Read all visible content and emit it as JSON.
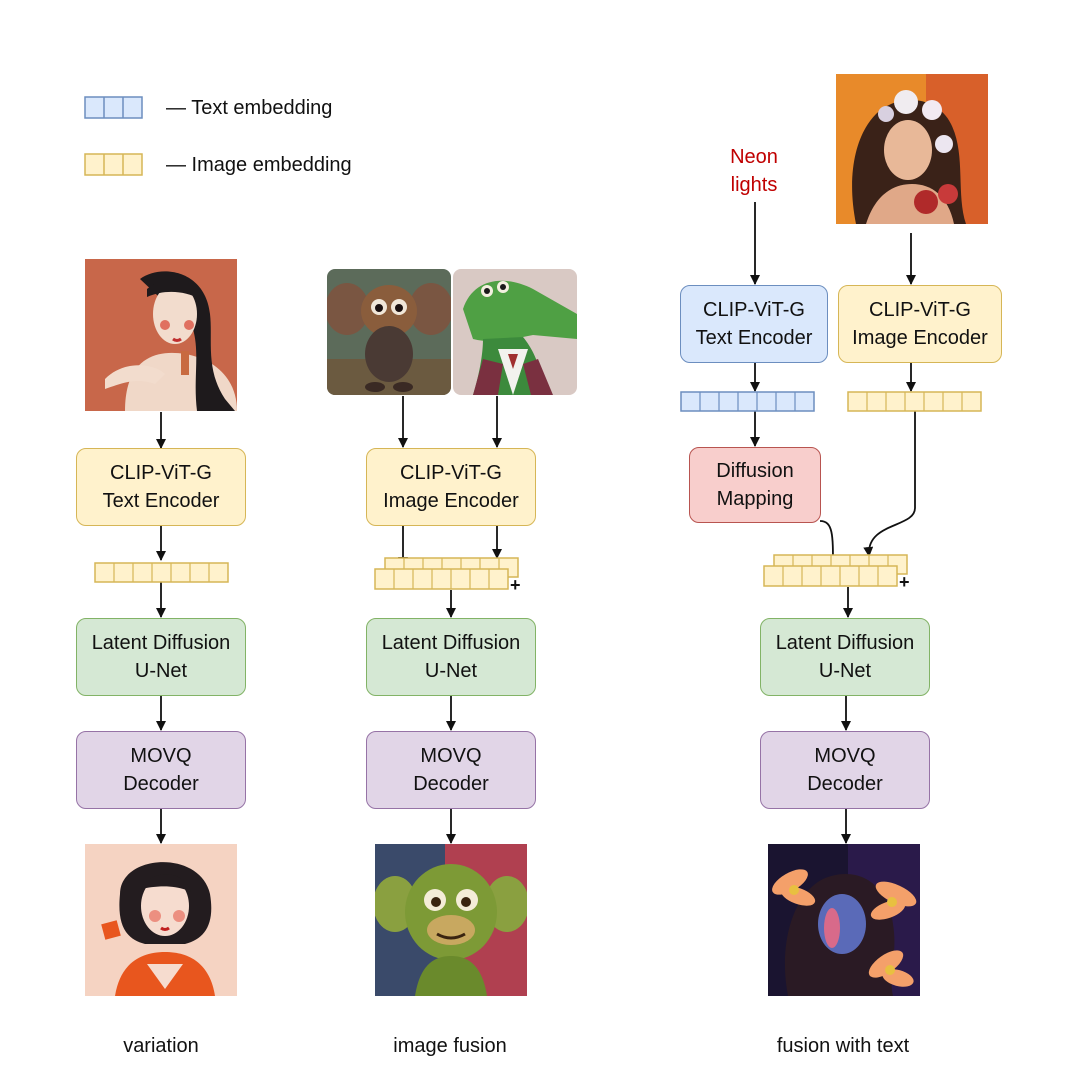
{
  "legend": {
    "text_embedding": "— Text embedding",
    "image_embedding": "— Image embedding"
  },
  "columns": {
    "variation": {
      "encoder": [
        "CLIP-ViT-G",
        "Text Encoder"
      ],
      "unet": [
        "Latent Diffusion",
        "U-Net"
      ],
      "decoder": [
        "MOVQ",
        "Decoder"
      ],
      "caption": "variation"
    },
    "image_fusion": {
      "encoder": [
        "CLIP-ViT-G",
        "Image Encoder"
      ],
      "unet": [
        "Latent Diffusion",
        "U-Net"
      ],
      "decoder": [
        "MOVQ",
        "Decoder"
      ],
      "plus": "+",
      "caption": "image fusion"
    },
    "fusion_with_text": {
      "prompt": [
        "Neon",
        "lights"
      ],
      "text_encoder": [
        "CLIP-ViT-G",
        "Text Encoder"
      ],
      "image_encoder": [
        "CLIP-ViT-G",
        "Image Encoder"
      ],
      "mapping": [
        "Diffusion",
        "Mapping"
      ],
      "unet": [
        "Latent Diffusion",
        "U-Net"
      ],
      "decoder": [
        "MOVQ",
        "Decoder"
      ],
      "plus": "+",
      "caption": "fusion with text"
    }
  },
  "colors": {
    "text_embedding": "#dae8fc",
    "text_embedding_border": "#6c8ebf",
    "image_embedding": "#fff2cc",
    "image_embedding_border": "#d6b656",
    "prompt_text": "#c00000"
  }
}
